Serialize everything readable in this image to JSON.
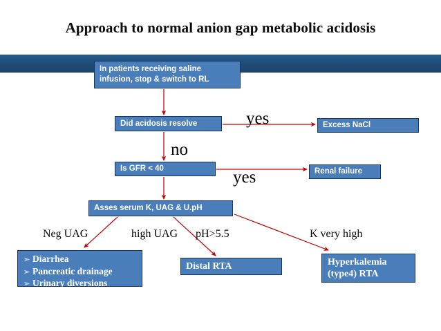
{
  "slide": {
    "title": "Approach to normal anion gap metabolic acidosis",
    "banner_color": "#1f4e79",
    "box_fill_color": "#4a7ebb",
    "box_border_color": "#17365d",
    "connector_color": "#c00000"
  },
  "nodes": {
    "saline": "In patients receiving saline infusion, stop & switch to RL",
    "resolve": "Did acidosis resolve",
    "excess_nacl": "Excess NaCl",
    "gfr": "Is GFR < 40",
    "renal_failure": "Renal failure",
    "asses": "Asses serum K,  UAG & U.pH",
    "distal_rta": "Distal  RTA",
    "hyperkalemia_line1": "Hyperkalemia",
    "hyperkalemia_line2": "(type4) RTA",
    "causes": [
      "Diarrhea",
      "Pancreatic drainage",
      "Urinary diversions"
    ],
    "bullet_glyph": "➢"
  },
  "edge_labels": {
    "yes_top": "yes",
    "no": "no",
    "yes_bottom": "yes",
    "neg_uag": "Neg UAG",
    "high_uag": "high UAG",
    "ph": "pH>5.5",
    "k_very_high": "K very high"
  }
}
